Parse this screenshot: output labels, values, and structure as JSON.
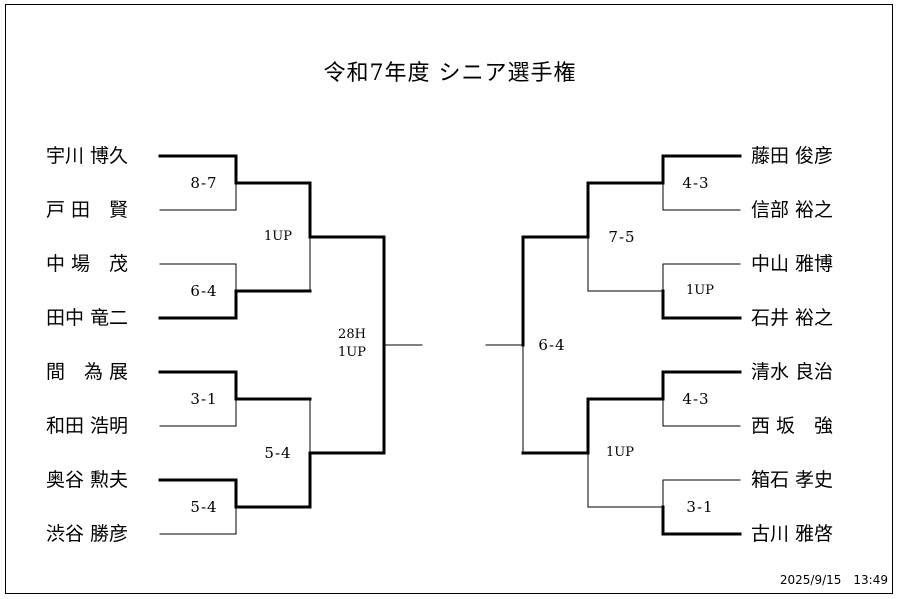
{
  "title": "令和7年度 シニア選手権",
  "left_players": [
    "宇川 博久",
    "戸 田　賢",
    "中 場　茂",
    "田中 竜二",
    "間　為 展",
    "和田 浩明",
    "奥谷 勲夫",
    "渋谷 勝彦"
  ],
  "right_players": [
    "藤田 俊彦",
    "信部 裕之",
    "中山 雅博",
    "石井 裕之",
    "清水 良治",
    "西 坂　強",
    "箱石 孝史",
    "古川 雅啓"
  ],
  "left_scores": {
    "r1": [
      "8-7",
      "6-4",
      "3-1",
      "5-4"
    ],
    "r2": [
      "1UP",
      "5-4"
    ],
    "semi_line1": "28H",
    "semi_line2": "1UP"
  },
  "right_scores": {
    "r1": [
      "4-3",
      "1UP",
      "4-3",
      "3-1"
    ],
    "r2": [
      "7-5",
      "1UP"
    ],
    "semi": "6-4"
  },
  "timestamp": "2025/9/15　13:49"
}
